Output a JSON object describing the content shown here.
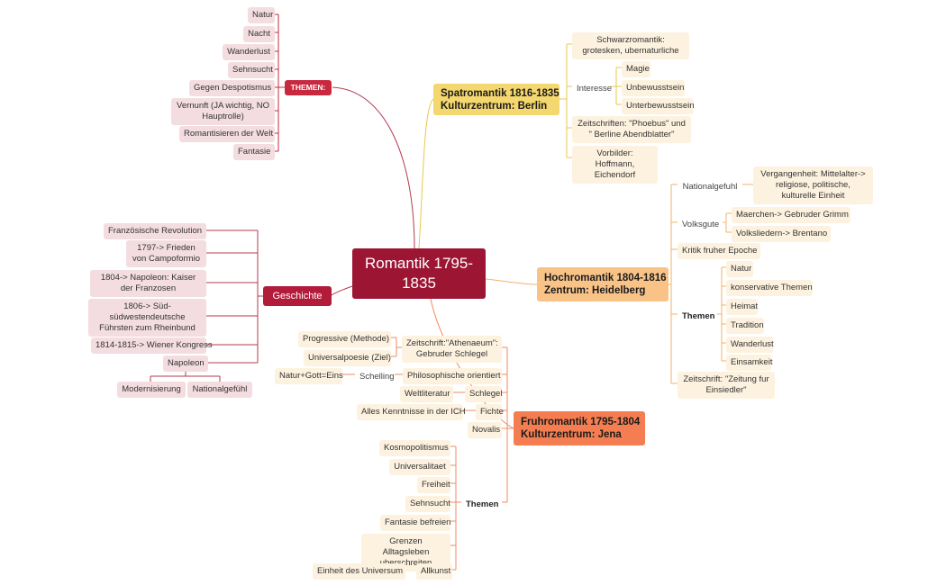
{
  "central": {
    "label": "Romantik 1795-1835"
  },
  "spatromantik": {
    "title": "Spatromantik 1816-1835",
    "subtitle": "Kulturzentrum: Berlin",
    "schwarz": "Schwarzromantik: grotesken, ubernaturliche",
    "interesse": "Interesse",
    "interesse_items": [
      "Magie",
      "Unbewusstsein",
      "Unterbewusstsein"
    ],
    "zeitschriften": "Zeitschriften: \"Phoebus\" und \" Berline Abendblatter\"",
    "vorbilder": "Vorbilder: Hoffmann, Eichendorf"
  },
  "hochromantik": {
    "title": "Hochromantik 1804-1816",
    "subtitle": "Zentrum: Heidelberg",
    "nationalgefuhl": "Nationalgefuhl",
    "vergangenheit": "Vergangenheit: Mittelalter-> religiose, politische, kulturelle Einheit",
    "volksgute": "Volksgute",
    "maerchen": "Maerchen-> Gebruder Grimm",
    "volkslieder": "Volksliedern-> Brentano",
    "kritik": "Kritik fruher Epoche",
    "themen": "Themen",
    "themen_items": [
      "Natur",
      "konservative Themen",
      "Heimat",
      "Tradition",
      "Wanderlust",
      "Einsamkeit"
    ],
    "zeitschrift": "Zeitschrift: \"Zeitung fur Einsiedler\""
  },
  "fruhromantik": {
    "title": "Fruhromantik 1795-1804",
    "subtitle": "Kulturzentrum: Jena",
    "athenaeum": "Zeitschrift:\"Athenaeum\": Gebruder Schlegel",
    "progressive": "Progressive (Methode)",
    "universalpoesie": "Universalpoesie (Ziel)",
    "philosophische": "Philosophische orientiert",
    "schelling": "Schelling",
    "natur_gott": "Natur+Gott=Eins",
    "schlegel": "Schlegel",
    "weltliteratur": "Weltliteratur",
    "fichte": "Fichte",
    "kenntnisse": "Alles Kenntnisse in der ICH",
    "novalis": "Novalis",
    "themen": "Themen",
    "themen_items": [
      "Kosmopolitismus",
      "Universalitaet",
      "Freiheit",
      "Sehnsucht",
      "Fantasie befreien",
      "Grenzen Alltagsleben uberschreiten"
    ],
    "allkunst": "Allkunst",
    "einheit": "Einheit des Universum"
  },
  "geschichte": {
    "title": "Geschichte",
    "items": [
      "Französische Revolution",
      "1797-> Frieden von Campoformio",
      "1804-> Napoleon: Kaiser der Franzosen",
      "1806-> Süd-südwestendeutsche Führsten zum Rheinbund",
      "1814-1815-> Wiener Kongress",
      "Napoleon"
    ],
    "napoleon_children": [
      "Modernisierung",
      "Nationalgefühl"
    ]
  },
  "themen": {
    "title": "THEMEN:",
    "items": [
      "Natur",
      "Nacht",
      "Wanderlust",
      "Sehnsucht",
      "Gegen Despotismus",
      "Vernunft (JA wichtig, NO Hauptrolle)",
      "Romantisieren der Welt",
      "Fantasie"
    ]
  },
  "colors": {
    "central": "#9c1634",
    "spat": "#f4d76e",
    "hoch": "#f9c388",
    "fruh": "#f47e52",
    "gesch": "#b31b3a",
    "themen": "#c8293f"
  }
}
